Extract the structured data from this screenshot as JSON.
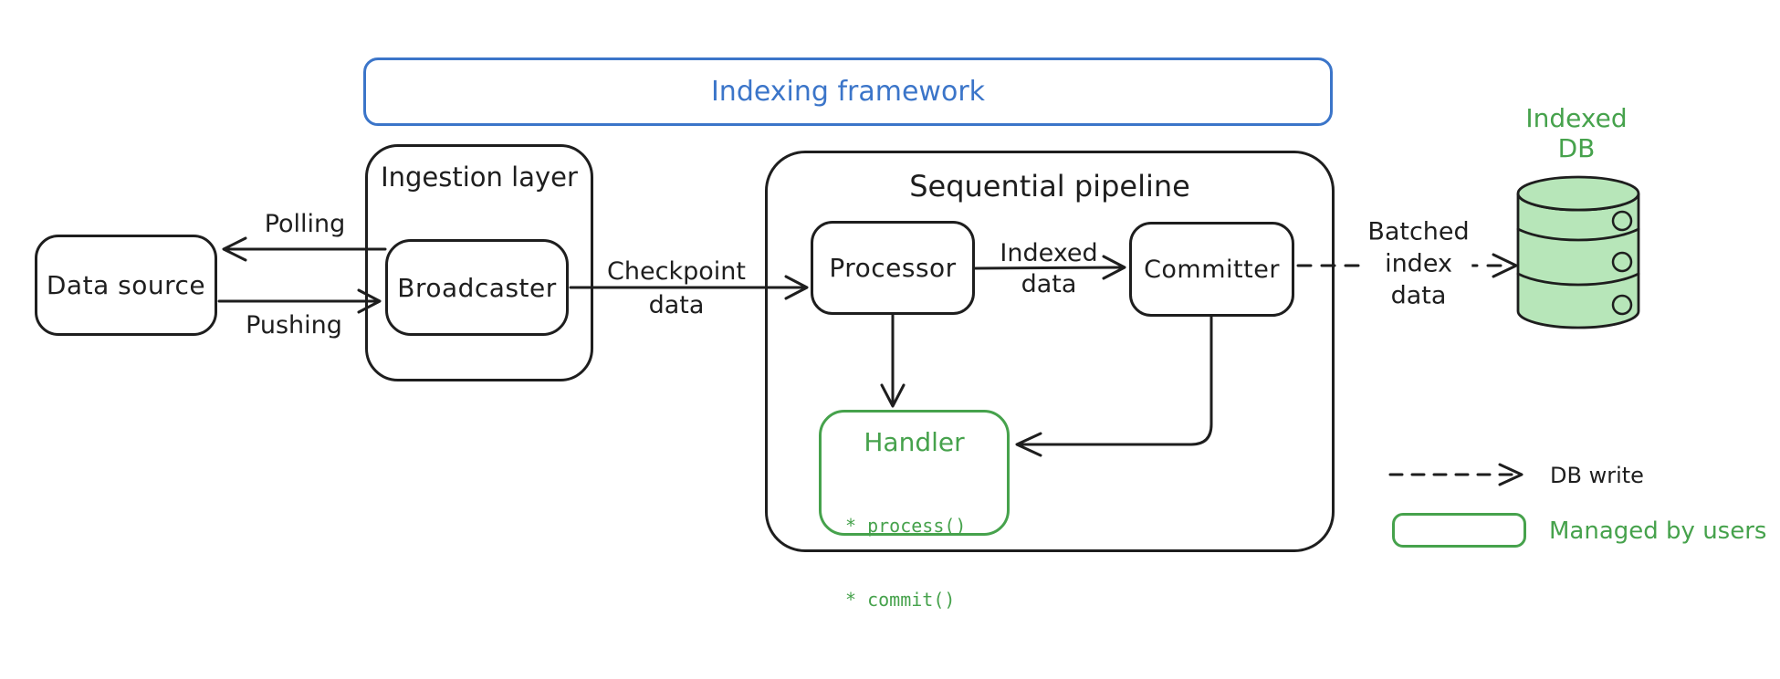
{
  "framework": {
    "label": "Indexing framework"
  },
  "nodes": {
    "data_source": {
      "label": "Data source"
    },
    "ingestion_layer": {
      "label": "Ingestion layer"
    },
    "broadcaster": {
      "label": "Broadcaster"
    },
    "sequential_pipeline": {
      "label": "Sequential pipeline"
    },
    "processor": {
      "label": "Processor"
    },
    "committer": {
      "label": "Committer"
    },
    "handler": {
      "label": "Handler",
      "methods": [
        "* process()",
        "* commit()"
      ]
    },
    "indexed_db": {
      "label_lines": [
        "Indexed",
        "DB"
      ]
    }
  },
  "edges": {
    "polling": {
      "label": "Polling"
    },
    "pushing": {
      "label": "Pushing"
    },
    "checkpoint": {
      "label_lines": [
        "Checkpoint",
        "data"
      ]
    },
    "indexed_data": {
      "label_lines": [
        "Indexed",
        "data"
      ]
    },
    "batched_index": {
      "label_lines": [
        "Batched",
        "index",
        "data"
      ]
    }
  },
  "legend": {
    "db_write": {
      "label": "DB write"
    },
    "managed_by_users": {
      "label": "Managed by users"
    }
  },
  "colors": {
    "ink": "#1e1e1e",
    "blue": "#3b75c9",
    "green": "#46a24c",
    "green_fill": "#b7e6b9",
    "background": "#ffffff"
  }
}
